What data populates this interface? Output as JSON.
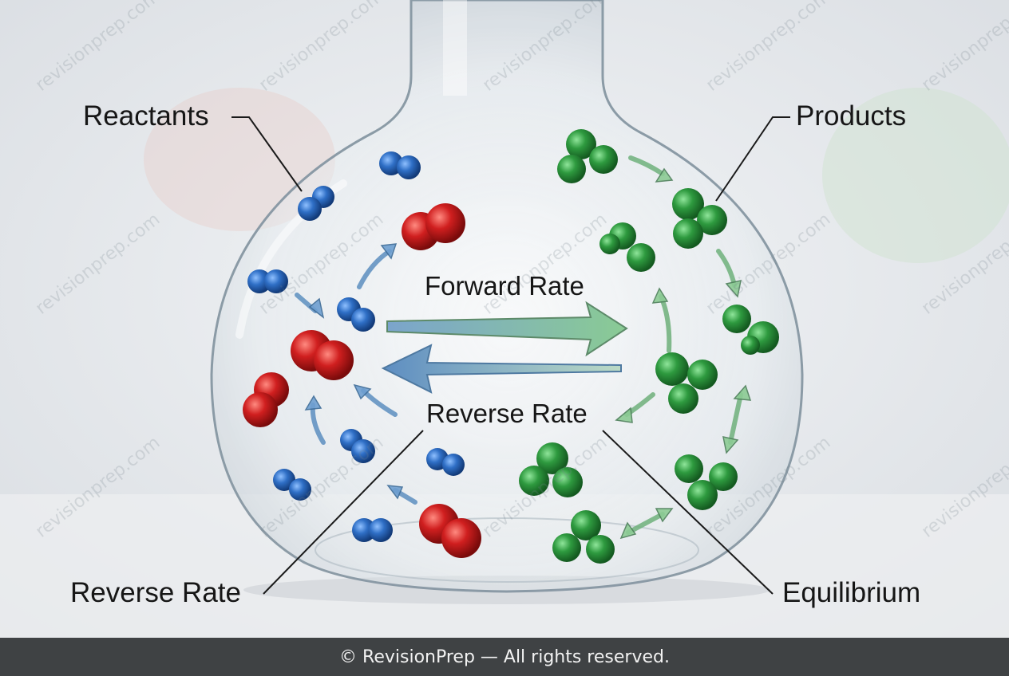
{
  "labels": {
    "reactants": "Reactants",
    "products": "Products",
    "forward_rate": "Forward Rate",
    "reverse_rate_inner": "Reverse Rate",
    "reverse_rate_outer": "Reverse Rate",
    "equilibrium": "Equilibrium"
  },
  "watermark": "revisionprep.com",
  "footer": {
    "text": "© RevisionPrep — All rights reserved."
  },
  "colors": {
    "reactant_blue": "#2f6fc6",
    "reactant_red": "#d01f1f",
    "product_green": "#2e9a3f",
    "forward_arrow": "#7fbf8a",
    "reverse_arrow": "#5d8fc0",
    "footer_bg": "#3f4244"
  }
}
